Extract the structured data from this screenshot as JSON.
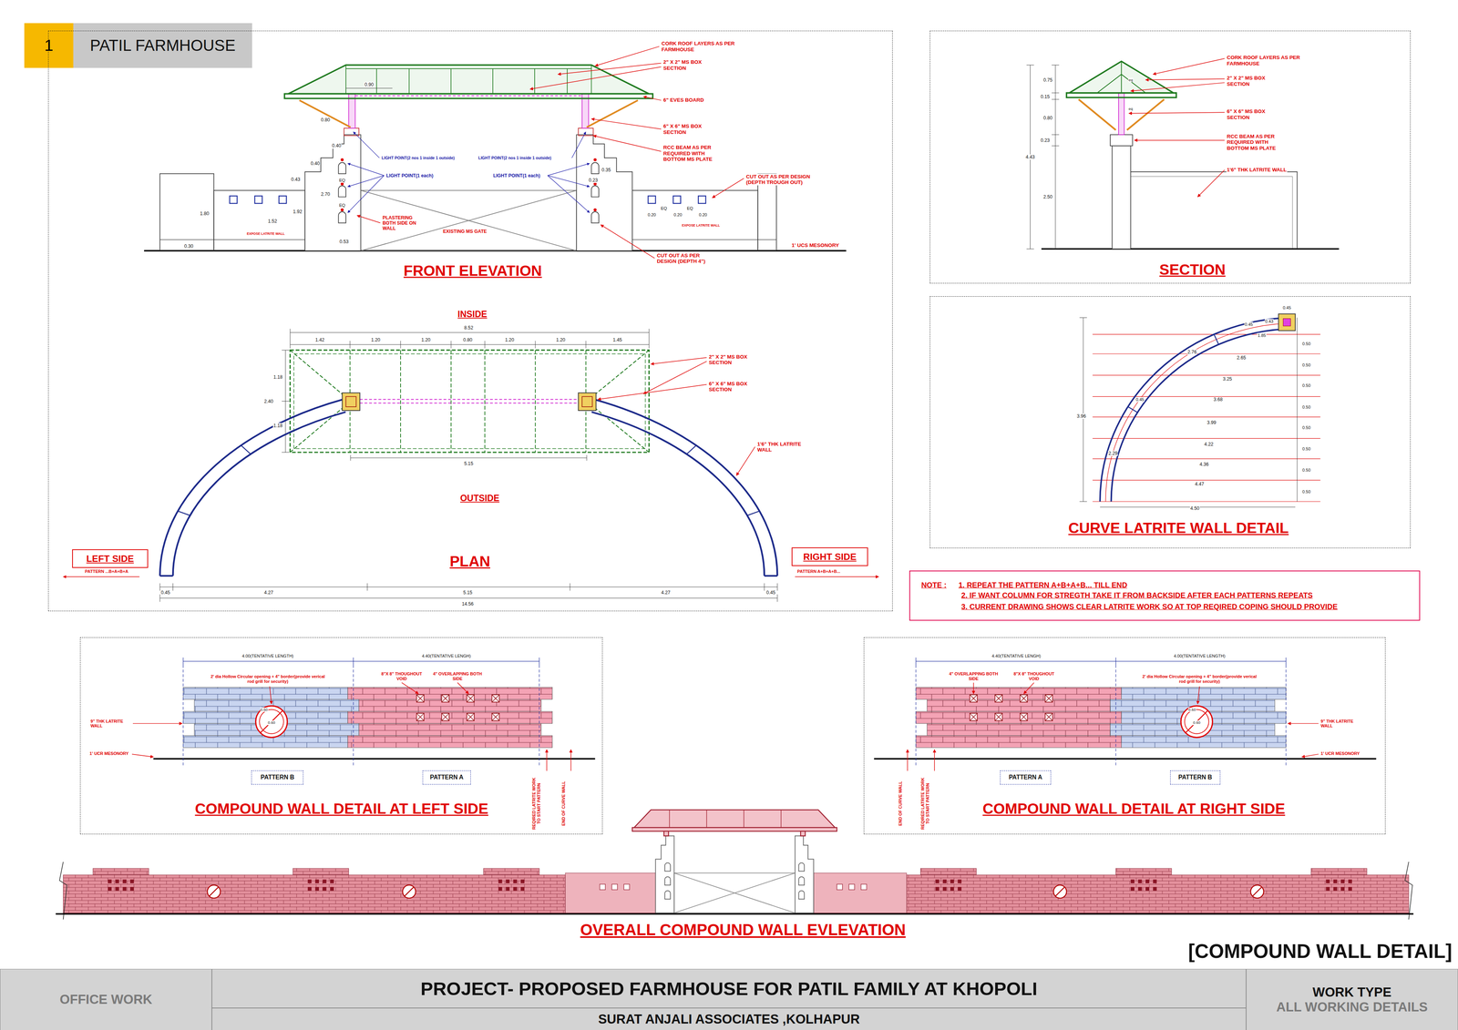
{
  "diagram": {
    "title": "[COMPOUND WALL DETAIL]",
    "nodes": [
      {
        "text": [
          "1"
        ]
      },
      {
        "text": [
          "PATIL FARMHOUSE"
        ]
      },
      {
        "text": [
          "FRONT ELEVATION",
          "PLAN"
        ]
      },
      {
        "text": [
          "LEFT SIDE"
        ],
        "in": 2
      },
      {
        "text": [
          "RIGHT SIDE"
        ],
        "in": 2
      },
      {
        "text": [
          "SECTION"
        ]
      },
      {
        "text": [
          "CURVE LATRITE WALL DETAIL"
        ]
      },
      {
        "text": [
          "NOTE :",
          "1. REPEAT THE PATTERN A+B+A+B... TILL END",
          "2. IF WANT COLUMN FOR STREGTH TAKE IT FROM BACKSIDE AFTER EACH PATTERNS REPEATS",
          "3. CURRENT DRAWING SHOWS CLEAR LATRITE WORK SO AT TOP REQIRED COPING SHOULD PROVIDE"
        ]
      },
      {
        "text": [
          "COMPOUND WALL DETAIL AT LEFT SIDE"
        ]
      },
      {
        "text": [
          "PATTERN B"
        ],
        "in": 8
      },
      {
        "text": [
          "PATTERN A"
        ],
        "in": 8
      },
      {
        "text": [
          "COMPOUND WALL DETAIL AT RIGHT SIDE"
        ]
      },
      {
        "text": [
          "PATTERN A"
        ],
        "in": 11
      },
      {
        "text": [
          "PATTERN B"
        ],
        "in": 11
      },
      {
        "text": [
          "OFFICE WORK"
        ]
      },
      {
        "text": [
          "PROJECT- PROPOSED FARMHOUSE FOR PATIL FAMILY AT KHOPOLI"
        ]
      },
      {
        "text": [
          "SURAT ANJALI ASSOCIATES ,KOLHAPUR"
        ]
      },
      {
        "text": [
          "WORK TYPE",
          "ALL WORKING DETAILS"
        ]
      }
    ],
    "labels": [
      "CORK ROOF LAYERS AS PER FARMHOUSE",
      "2\" X 2\" MS BOX SECTION",
      "6\" EVES BOARD",
      "6\" X 6\" MS BOX SECTION",
      "RCC BEAM AS PER REQUIRED WITH BOTTOM MS PLATE",
      "CUT OUT AS PER DESIGN (DEPTH TROUGH OUT)",
      "1' UCS MESONORY",
      "CUT OUT AS PER DESIGN (DEPTH 4\")",
      "EXISTING MS GATE",
      "PLASTERING BOTH SIDE ON WALL",
      "LIGHT POINT(2 nos 1 inside 1 outside)",
      "LIGHT POINT(1 each)",
      "LIGHT POINT(2 nos 1 inside 1 outside)",
      "LIGHT POINT(1 each)",
      "EXPOSE LATRITE WALL",
      "EXPOSE LATRITE WALL",
      "0.90",
      "0.80",
      "0.40",
      "0.40",
      "0.43",
      "2.70",
      "1.80",
      "1.52",
      "1.92",
      "0.30",
      "0.53",
      "EQ",
      "EQ",
      "0.35",
      "0.23",
      "EQ",
      "EQ",
      "0.20",
      "0.20",
      "0.20",
      "INSIDE",
      "OUTSIDE",
      "8.52",
      "1.42",
      "1.20",
      "1.20",
      "0.80",
      "1.20",
      "1.20",
      "1.45",
      "1.18",
      "2.40",
      "1.18",
      "5.15",
      "2\" X 2\" MS BOX SECTION",
      "6\" X 6\" MS BOX SECTION",
      "1'6\" THK LATRITE WALL",
      "PATTERN ...B+A+B+A",
      "PATTERN A+B+A+B...",
      "0.45",
      "4.27",
      "5.15",
      "4.27",
      "0.45",
      "14.56",
      "0.75",
      "0.15",
      "0.80",
      "0.23",
      "4.43",
      "2.50",
      "eq",
      "eq",
      "CORK ROOF LAYERS AS PER FARMHOUSE",
      "2\" X 2\" MS BOX SECTION",
      "6\" X 6\" MS BOX SECTION",
      "RCC BEAM AS PER REQUIRED WITH BOTTOM MS PLATE",
      "1'6\" THK LATRITE WALL",
      "0.45",
      "0.43",
      "0.45",
      "1.85",
      "2.76",
      "2.65",
      "3.25",
      "3.68",
      "3.99",
      "4.22",
      "4.36",
      "4.47",
      "4.50",
      "0.50",
      "0.50",
      "0.50",
      "0.50",
      "0.50",
      "0.50",
      "0.50",
      "0.50",
      "3.96",
      "0.45",
      "2.29",
      "4.00(TENTATIVE LENGTH)",
      "4.40(TENTATIVE LENGH)",
      "2' dia Hollow Circular opening + 4\" border(provide verical rod grill for security)",
      "8\"X 8\" THOUGHOUT VOID",
      "4\" OVERLAPPING BOTH SIDE",
      "9\" THK LATRITE WALL",
      "1' UCR MESONORY",
      "0.60",
      "0.60",
      "REQIRED LATRITE WORK TO START PATTERN",
      "END OF CURVE WALL",
      "4.40(TENTATIVE LENGH)",
      "4.00(TENTATIVE LENGTH)",
      "4\" OVERLAPPING BOTH SIDE",
      "8\"X 8\" THOUGHOUT VOID",
      "2' dia Hollow Circular opening + 4\" border(provide verical rod grill for security)",
      "9\" THK LATRITE WALL",
      "1' UCR MESONORY",
      "0.60",
      "0.60",
      "END OF CURVE WALL",
      "REQIRED LATRITE WORK TO START PATTERN",
      "OVERALL COMPOUND WALL EVLEVATION"
    ]
  }
}
